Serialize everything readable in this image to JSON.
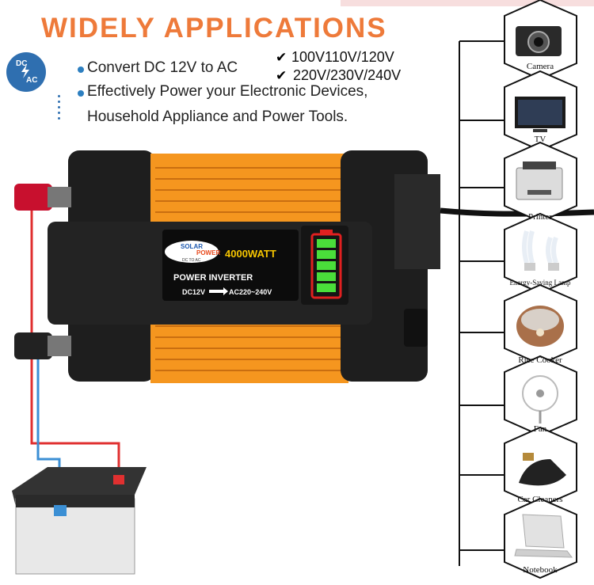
{
  "title": "WIDELY APPLICATIONS",
  "badge": {
    "top": "DC",
    "bottom": "AC"
  },
  "features": {
    "line1": "Convert DC 12V to AC",
    "voltages_1": "100V110V/120V",
    "voltages_2": "220V/230V/240V",
    "line2": "Effectively Power your Electronic Devices,",
    "line3": "Household Appliance and Power Tools."
  },
  "inverter": {
    "brand_top": "SOLAR",
    "brand_bottom": "POWER",
    "brand_sub": "DC TO AC",
    "wattage": "4000WATT",
    "name": "POWER INVERTER",
    "spec_in": "DC12V",
    "spec_out": "AC220~240V"
  },
  "applications": [
    {
      "label": "Camera",
      "icon": "camera-icon"
    },
    {
      "label": "TV",
      "icon": "tv-icon"
    },
    {
      "label": "Printer",
      "icon": "printer-icon"
    },
    {
      "label": "Energy-Saving Lamp",
      "icon": "lamp-icon"
    },
    {
      "label": "Rice Cooker",
      "icon": "rice-cooker-icon"
    },
    {
      "label": "Fan",
      "icon": "fan-icon"
    },
    {
      "label": "Car Cleaners",
      "icon": "vacuum-icon"
    },
    {
      "label": "Notebook",
      "icon": "notebook-icon"
    }
  ],
  "colors": {
    "title": "#ee7a3a",
    "orange": "#f5961f",
    "red_wire": "#e03030",
    "blue_wire": "#3b8fd4"
  }
}
